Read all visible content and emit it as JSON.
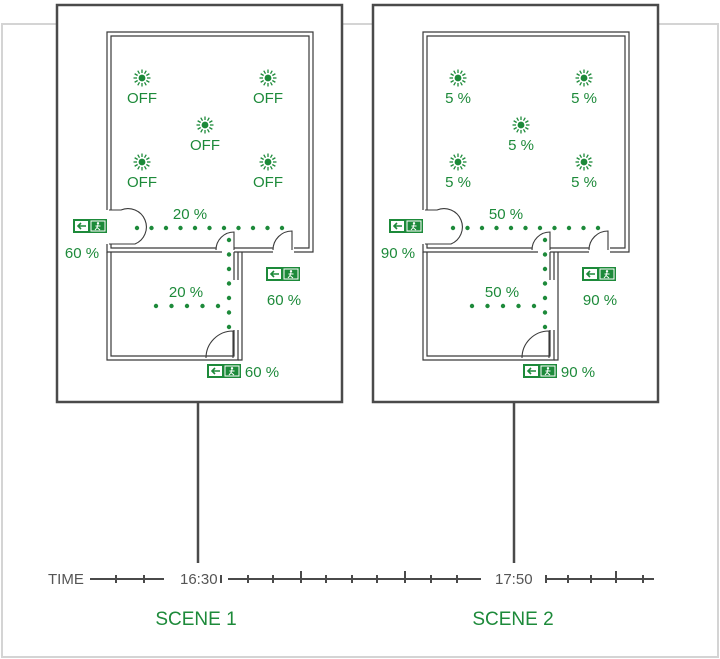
{
  "colors": {
    "green": "#1d8a3a",
    "frame": "#4a4a4a",
    "wall": "#3a3a3a",
    "light_frame": "#d4d4d4"
  },
  "timeline": {
    "label": "TIME",
    "time_1": "16:30",
    "time_2": "17:50"
  },
  "scenes": [
    {
      "name": "SCENE 1",
      "lights": [
        "OFF",
        "OFF",
        "OFF",
        "OFF",
        "OFF"
      ],
      "path_upper": "20 %",
      "path_lower": "20 %",
      "exit_left": "60 %",
      "exit_right": "60 %",
      "exit_bottom": "60 %"
    },
    {
      "name": "SCENE 2",
      "lights": [
        "5 %",
        "5 %",
        "5 %",
        "5 %",
        "5 %"
      ],
      "path_upper": "50 %",
      "path_lower": "50 %",
      "exit_left": "90 %",
      "exit_right": "90 %",
      "exit_bottom": "90 %"
    }
  ],
  "icons": {
    "light": "sun-light-icon",
    "exit": "emergency-exit-sign-icon",
    "door": "door-swing-icon"
  }
}
